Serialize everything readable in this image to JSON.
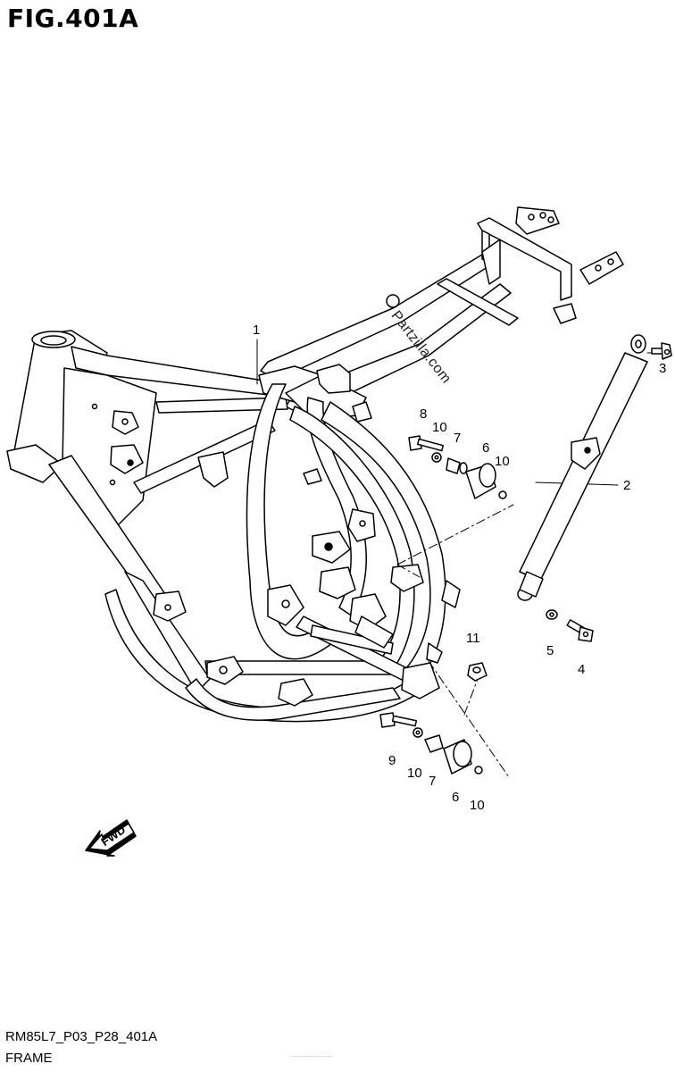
{
  "figure": {
    "title": "FIG.401A",
    "watermark": "Partzilla.com",
    "fwd_label": "FWD",
    "footer_code": "RM85L7_P03_P28_401A",
    "footer_name": "FRAME",
    "fine_print": "·········· ······ ··· ·······"
  },
  "callouts": {
    "c1": "1",
    "c2": "2",
    "c3": "3",
    "c4": "4",
    "c5": "5",
    "c6a": "6",
    "c6b": "6",
    "c7a": "7",
    "c7b": "7",
    "c8": "8",
    "c9": "9",
    "c10a": "10",
    "c10b": "10",
    "c10c": "10",
    "c10d": "10",
    "c11": "11"
  }
}
